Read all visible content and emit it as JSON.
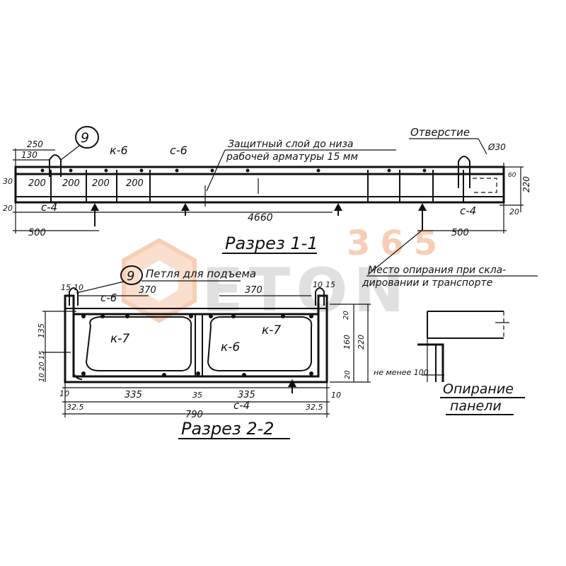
{
  "section_1_1": {
    "title": "Разрез 1-1",
    "protective_layer_line1": "Защитный слой до низа",
    "protective_layer_line2": "рабочей арматуры 15 мм",
    "hole_label": "Отверстие",
    "hole_diameter": "Ø30",
    "loop_mark": "9",
    "frame_k6": "к-6",
    "mesh_c6": "с-6",
    "mesh_c4_left": "с-4",
    "mesh_c4_right": "с-4",
    "dim_250": "250",
    "dim_130": "130",
    "dim_30": "30",
    "dim_20_left": "20",
    "dim_20_right": "20",
    "dim_200_a": "200",
    "dim_200_b": "200",
    "dim_200_c": "200",
    "dim_200_d": "200",
    "dim_4660": "4660",
    "dim_500_left": "500",
    "dim_500_right": "500",
    "dim_220": "220",
    "dim_small_right": "60"
  },
  "section_2_2": {
    "title": "Разрез 2-2",
    "loop_mark": "9",
    "loop_label": "Петля для подъема",
    "mesh_c6": "с-6",
    "frame_k7_left": "к-7",
    "frame_k7_right": "к-7",
    "frame_k6": "к-6",
    "mesh_c4": "с-4",
    "dim_15_left": "15",
    "dim_10_left": "10",
    "dim_370_left": "370",
    "dim_370_right": "370",
    "dim_10_right": "10",
    "dim_15_right": "15",
    "dim_135": "135",
    "dim_left_stack": "10 20 15",
    "dim_10_bottom_left": "10",
    "dim_335_left": "335",
    "dim_35": "35",
    "dim_335_right": "335",
    "dim_10_bottom_right": "10",
    "dim_325_left": "32.5",
    "dim_325_right": "32.5",
    "dim_790": "790",
    "dim_20_right": "20",
    "dim_160": "160",
    "dim_220": "220",
    "dim_20_b": "20"
  },
  "support_note": {
    "line1": "Место опирания при скла-",
    "line2": "дировании и транспорте"
  },
  "support_detail": {
    "title_line1": "Опирание",
    "title_line2": "панели",
    "note": "не менее 100"
  },
  "watermark": {
    "number": "365",
    "brand": "ETON"
  },
  "colors": {
    "ink": "#111111",
    "watermark_orange": "#f2a77a",
    "watermark_gray": "#c8c8c8"
  }
}
